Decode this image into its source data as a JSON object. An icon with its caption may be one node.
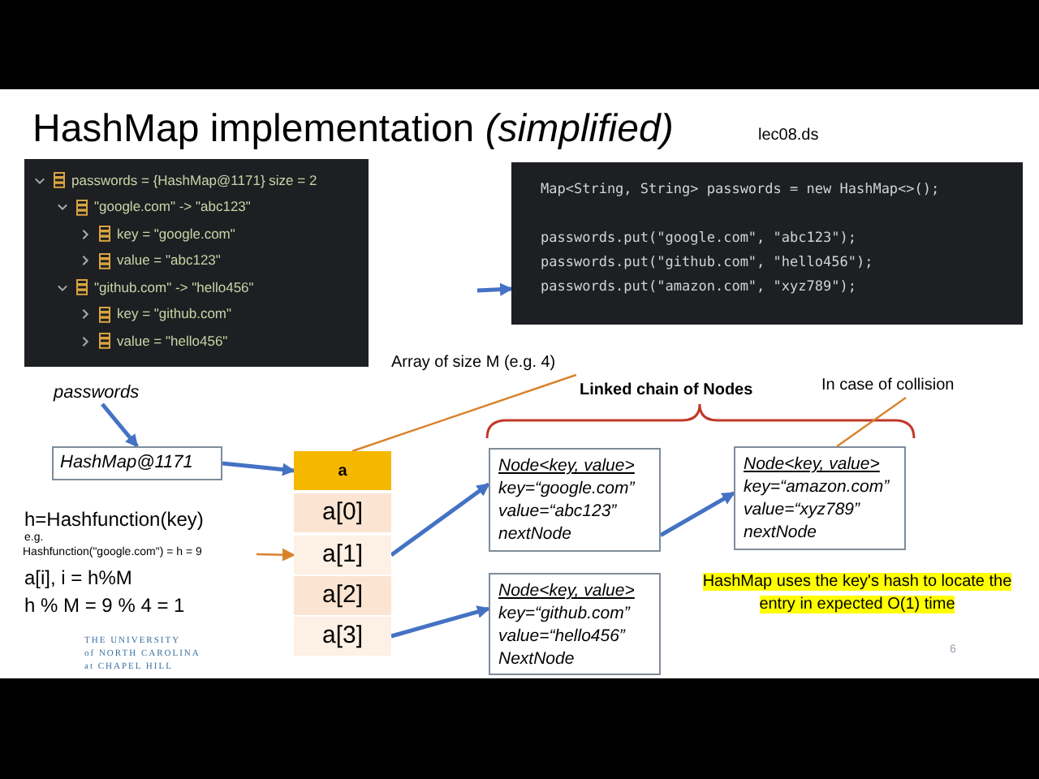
{
  "diagram": {
    "title": "HashMap implementation *(simplified)*",
    "nodes": [
      {
        "text": [
          "passwords = {HashMap@1171} size = 2",
          "\"google.com\" -> \"abc123\"",
          "key = \"google.com\"",
          "value = \"abc123\"",
          "\"github.com\" -> \"hello456\"",
          "key = \"github.com\"",
          "value = \"hello456\""
        ]
      },
      {
        "text": [
          "Map<String, String> passwords = new HashMap<>();",
          "passwords.put(\"google.com\", \"abc123\");",
          "passwords.put(\"github.com\", \"hello456\");",
          "passwords.put(\"amazon.com\", \"xyz789\");"
        ]
      },
      {
        "text": [
          "passwords"
        ]
      },
      {
        "text": [
          "HashMap@1171"
        ]
      },
      {
        "text": [
          "a"
        ]
      },
      {
        "text": [
          "a[0]"
        ]
      },
      {
        "text": [
          "a[1]"
        ]
      },
      {
        "text": [
          "a[2]"
        ]
      },
      {
        "text": [
          "a[3]"
        ]
      },
      {
        "text": [
          "Node<key, value>",
          "key=“google.com”",
          "value=“abc123”",
          "nextNode"
        ]
      },
      {
        "text": [
          "Node<key, value>",
          "key=“amazon.com”",
          "value=“xyz789”",
          "nextNode"
        ]
      },
      {
        "text": [
          "Node<key, value>",
          "key=“github.com”",
          "value=“hello456”",
          "NextNode"
        ]
      },
      {
        "text": [
          "Array of size M (e.g. 4)"
        ]
      },
      {
        "text": [
          "In case of collision"
        ]
      },
      {
        "text": [
          "Hashfunction(\"google.com\") = h = 9"
        ]
      }
    ],
    "edges": [
      {
        "from": null,
        "to": 1,
        "arrow": "to"
      },
      {
        "from": 2,
        "to": 3,
        "arrow": "to"
      },
      {
        "from": 3,
        "to": 4,
        "arrow": "to"
      },
      {
        "from": 6,
        "to": 9,
        "arrow": "to"
      },
      {
        "from": 8,
        "to": 11,
        "arrow": "to"
      },
      {
        "from": 9,
        "to": 10,
        "arrow": "to"
      },
      {
        "from": 12,
        "to": 4,
        "arrow": "none",
        "color": "#d9822b"
      },
      {
        "from": 13,
        "to": 10,
        "arrow": "none",
        "color": "#d9822b"
      },
      {
        "from": 14,
        "to": 6,
        "arrow": "to",
        "color": "#d9822b"
      }
    ],
    "labels": [
      "lec08.ds",
      "Linked chain of Nodes",
      "h=Hashfunction(key)",
      "e.g.",
      "a[i], i = h%M",
      "h % M = 9 % 4 = 1",
      "HashMap uses the key's hash to locate the entry in expected O(1) time",
      "6",
      "THE UNIVERSITY",
      "of NORTH CAROLINA",
      "at CHAPEL HILL"
    ]
  }
}
